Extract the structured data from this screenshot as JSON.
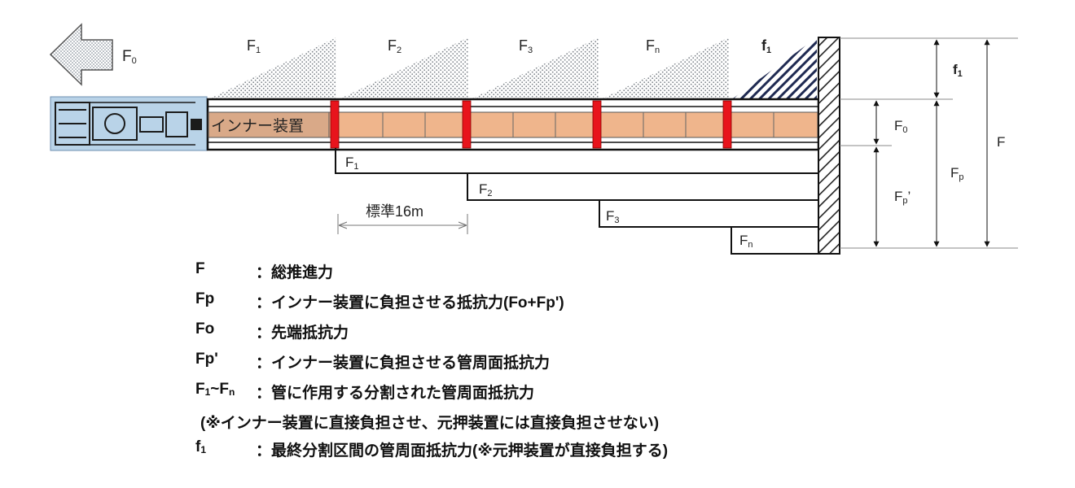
{
  "diagram": {
    "labels": {
      "arrow_force": "F",
      "arrow_force_sub": "0",
      "tri_f1": "F",
      "tri_f1_sub": "1",
      "tri_f2": "F",
      "tri_f2_sub": "2",
      "tri_f3": "F",
      "tri_f3_sub": "3",
      "tri_fn": "F",
      "tri_fn_sub": "n",
      "tri_last": "f",
      "tri_last_sub": "1",
      "pipe_label": "インナー装置",
      "step_f1": "F",
      "step_f1_sub": "1",
      "step_f2": "F",
      "step_f2_sub": "2",
      "step_f3": "F",
      "step_f3_sub": "3",
      "step_fn": "F",
      "step_fn_sub": "n",
      "standard_length": "標準16m",
      "dim_f1": "f",
      "dim_f1_sub": "1",
      "dim_f0": "F",
      "dim_f0_sub": "0",
      "dim_fp": "F",
      "dim_fp_sub": "p",
      "dim_fpp": "F",
      "dim_fpp_sub": "p",
      "dim_fpp_mark": "’",
      "dim_total": "F"
    },
    "colors": {
      "machine": "#b9d3e8",
      "pipe_fill": "#efb58c",
      "joint": "#e8141c",
      "hatch": "#8a8f96",
      "last_hatch": "#1f2a52"
    }
  },
  "legend": [
    {
      "sym": "F",
      "sub": "",
      "desc": "：総推進力"
    },
    {
      "sym": "Fp",
      "sub": "",
      "desc": "：インナー装置に負担させる抵抗力(Fo+Fp')"
    },
    {
      "sym": "Fo",
      "sub": "",
      "desc": "：先端抵抗力"
    },
    {
      "sym": "Fp'",
      "sub": "",
      "desc": "：インナー装置に負担させる管周面抵抗力"
    },
    {
      "sym": "F",
      "sub": "1",
      "sym2": "~F",
      "sub2": "n",
      "desc": "：管に作用する分割された管周面抵抗力"
    },
    {
      "desc": "(※インナー装置に直接負担させ、元押装置には直接負担させない)"
    },
    {
      "sym": "f",
      "sub": "1",
      "desc": "：最終分割区間の管周面抵抗力(※元押装置が直接負担する)"
    }
  ]
}
